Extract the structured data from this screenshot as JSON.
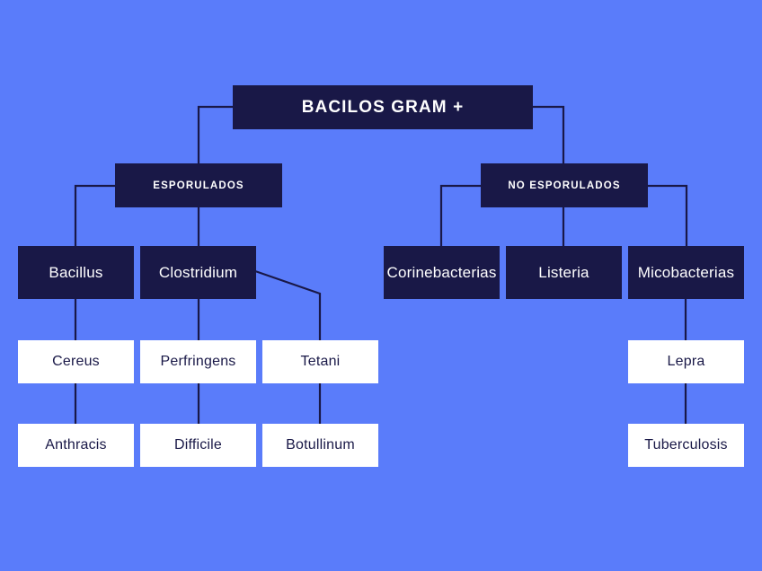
{
  "diagram": {
    "background_color": "#5a7cfa",
    "node_dark_color": "#191847",
    "node_light_color": "#ffffff",
    "connector_color": "#191847",
    "root": {
      "label": "BACILOS GRAM +"
    },
    "groups": [
      {
        "label": "ESPORULADOS"
      },
      {
        "label": "NO ESPORULADOS"
      }
    ],
    "genera": [
      {
        "label": "Bacillus"
      },
      {
        "label": "Clostridium"
      },
      {
        "label": "Corinebacterias"
      },
      {
        "label": "Listeria"
      },
      {
        "label": "Micobacterias"
      }
    ],
    "species_row_1": [
      {
        "label": "Cereus"
      },
      {
        "label": "Perfringens"
      },
      {
        "label": "Tetani"
      },
      {
        "label": "Lepra"
      }
    ],
    "species_row_2": [
      {
        "label": "Anthracis"
      },
      {
        "label": "Difficile"
      },
      {
        "label": "Botullinum"
      },
      {
        "label": "Tuberculosis"
      }
    ]
  }
}
